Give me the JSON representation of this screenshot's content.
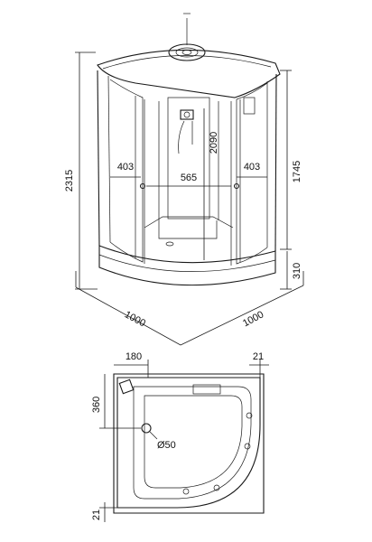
{
  "elevation": {
    "overall_height": "2315",
    "cabin_height": "2090",
    "glass_height": "1745",
    "tray_height": "310",
    "door_left": "403",
    "door_right": "403",
    "door_gap": "565",
    "side_left": "1000",
    "side_right": "1000"
  },
  "plan": {
    "drain_offset_x": "180",
    "drain_offset_y": "360",
    "wall_gap_right": "21",
    "wall_gap_bottom": "21",
    "drain_diameter": "Ø50"
  }
}
